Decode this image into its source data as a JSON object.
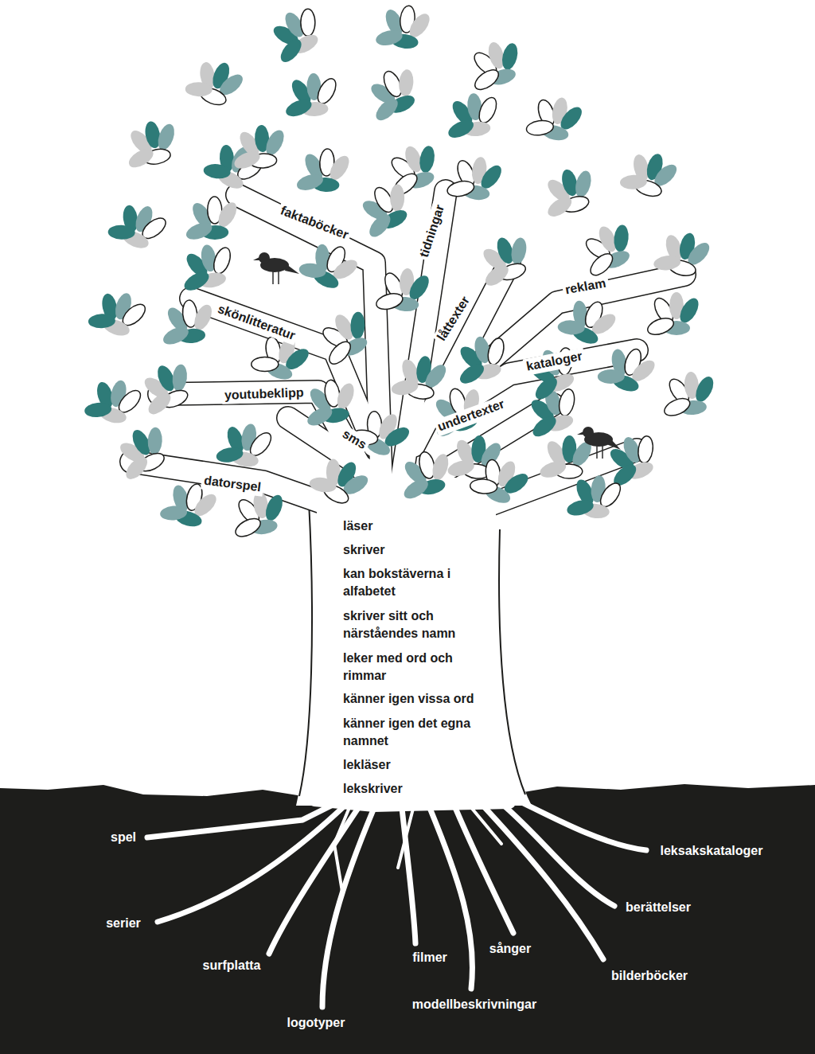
{
  "diagram": {
    "labels": [
      "faktaböcker",
      "tidningar",
      "skönlitteratur",
      "låttexter",
      "reklam",
      "kataloger",
      "youtubeklipp",
      "sms",
      "undertexter",
      "datorspel",
      "läser",
      "skriver",
      "kan bokstäverna i alfabetet",
      "skriver sitt och närståendes namn",
      "leker med ord och rimmar",
      "känner igen vissa ord",
      "känner igen det egna namnet",
      "lekläser",
      "lekskriver",
      "spel",
      "serier",
      "surfplatta",
      "logotyper",
      "filmer",
      "modellbeskrivningar",
      "sånger",
      "leksakskataloger",
      "berättelser",
      "bilderböcker"
    ]
  }
}
